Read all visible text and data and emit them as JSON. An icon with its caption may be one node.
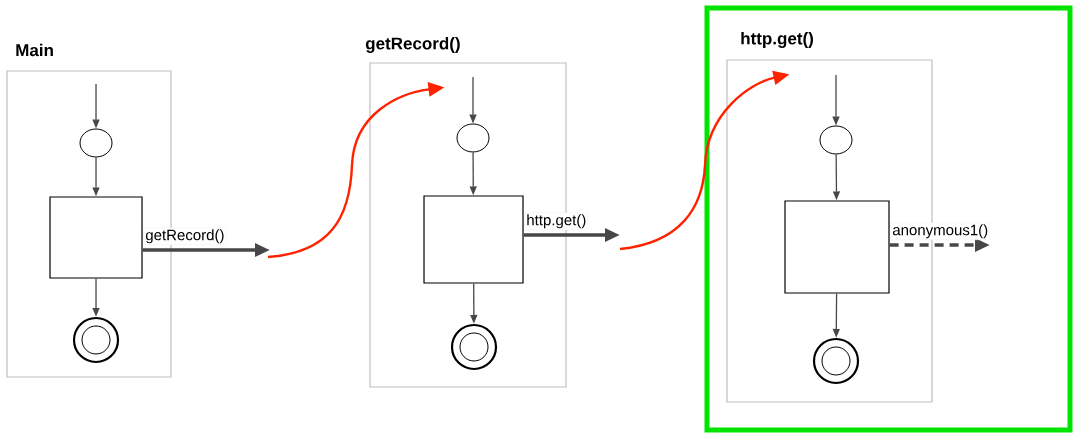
{
  "diagram": {
    "nodes": [
      {
        "text": [
          "Main"
        ]
      },
      {
        "text": [],
        "shape": "circle",
        "in": 0
      },
      {
        "text": [],
        "shape": "box",
        "in": 0
      },
      {
        "text": [],
        "shape": "circle",
        "in": 0
      },
      {
        "text": [
          "getRecord()"
        ]
      },
      {
        "text": [],
        "shape": "circle",
        "in": 4
      },
      {
        "text": [],
        "shape": "box",
        "in": 4
      },
      {
        "text": [],
        "shape": "circle",
        "in": 4
      },
      {
        "text": [],
        "shape": "box"
      },
      {
        "text": [
          "http.get()"
        ],
        "in": 8
      },
      {
        "text": [],
        "shape": "circle",
        "in": 9
      },
      {
        "text": [],
        "shape": "box",
        "in": 9
      },
      {
        "text": [],
        "shape": "circle",
        "in": 9
      }
    ],
    "edges": [
      {
        "from": null,
        "to": 1,
        "arrow": "to"
      },
      {
        "from": 1,
        "to": 2,
        "arrow": "to"
      },
      {
        "from": 2,
        "to": 3,
        "arrow": "to"
      },
      {
        "from": 2,
        "to": null,
        "arrow": "to",
        "label": "getRecord()",
        "style": "thick"
      },
      {
        "from": null,
        "to": 4,
        "arrow": "to",
        "color": "#ff2200"
      },
      {
        "from": null,
        "to": 5,
        "arrow": "to"
      },
      {
        "from": 5,
        "to": 6,
        "arrow": "to"
      },
      {
        "from": 6,
        "to": 7,
        "arrow": "to"
      },
      {
        "from": 6,
        "to": null,
        "arrow": "to",
        "label": "http.get()",
        "style": "thick"
      },
      {
        "from": null,
        "to": 9,
        "arrow": "to",
        "color": "#ff2200"
      },
      {
        "from": null,
        "to": 10,
        "arrow": "to"
      },
      {
        "from": 10,
        "to": 11,
        "arrow": "to"
      },
      {
        "from": 11,
        "to": 12,
        "arrow": "to"
      },
      {
        "from": 11,
        "to": null,
        "arrow": "to",
        "label": "anonymous1()",
        "style": "dashed"
      }
    ]
  }
}
